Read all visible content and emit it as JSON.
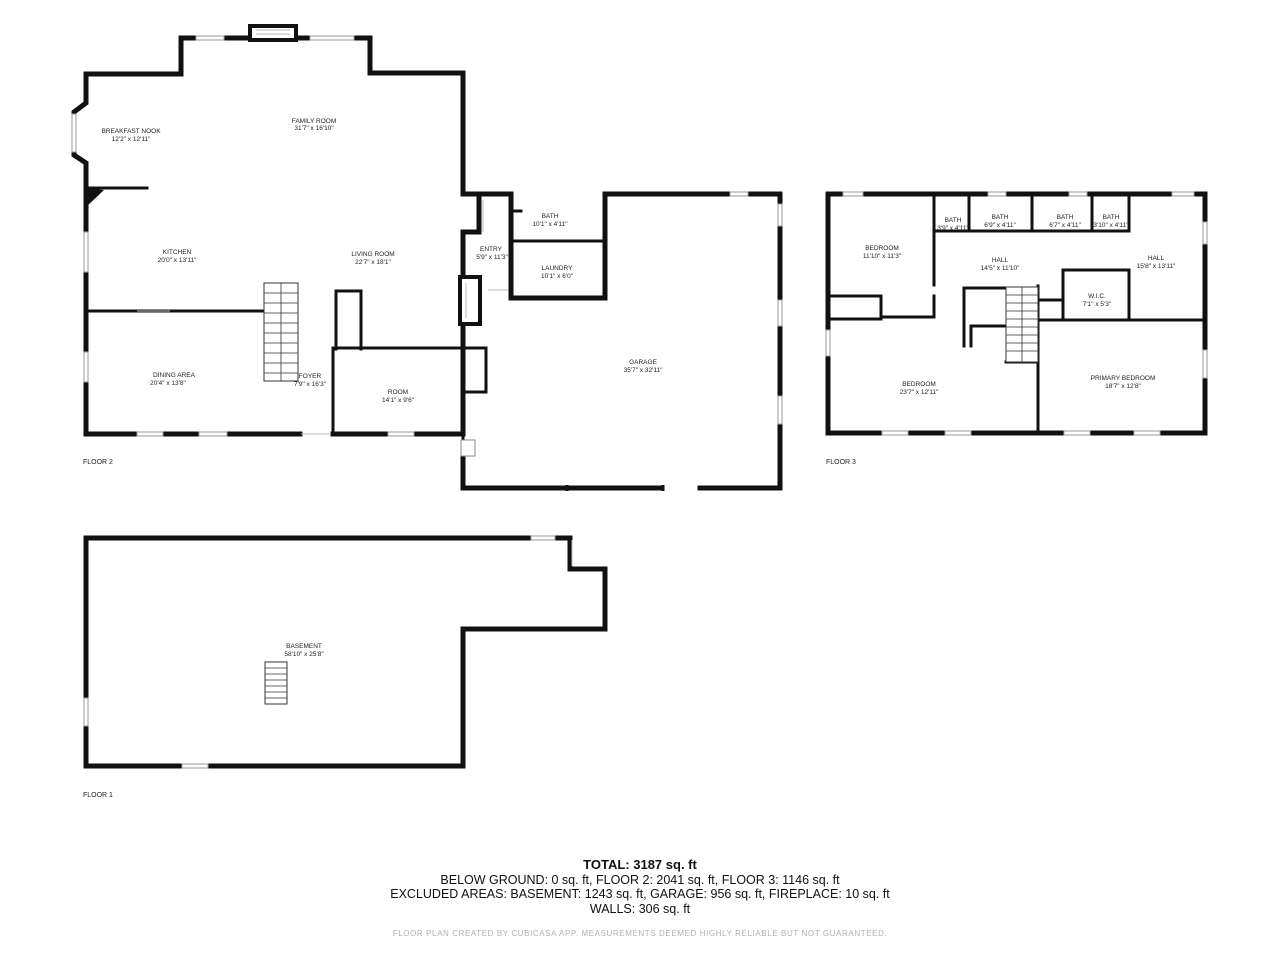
{
  "floors": {
    "floor2": {
      "label": "FLOOR 2",
      "rooms": [
        {
          "name": "FAMILY ROOM",
          "size": "31'7\" x 16'10\""
        },
        {
          "name": "BREAKFAST NOOK",
          "size": "12'2\" x 12'11\""
        },
        {
          "name": "KITCHEN",
          "size": "20'0\" x 13'11\""
        },
        {
          "name": "LIVING ROOM",
          "size": "22'7\" x 18'1\""
        },
        {
          "name": "DINING AREA",
          "size": "20'4\" x 13'8\""
        },
        {
          "name": "FOYER",
          "size": "7'9\" x 16'3\""
        },
        {
          "name": "ROOM",
          "size": "14'1\" x 9'6\""
        },
        {
          "name": "ENTRY",
          "size": "5'9\" x 11'3\""
        },
        {
          "name": "BATH",
          "size": "10'1\" x 4'11\""
        },
        {
          "name": "LAUNDRY",
          "size": "10'1\" x 6'0\""
        },
        {
          "name": "GARAGE",
          "size": "35'7\" x 32'11\""
        }
      ]
    },
    "floor3": {
      "label": "FLOOR 3",
      "rooms": [
        {
          "name": "BEDROOM",
          "size": "11'10\" x 11'3\""
        },
        {
          "name": "BATH",
          "size": "3'9\" x 4'11\""
        },
        {
          "name": "BATH",
          "size": "6'9\" x 4'11\""
        },
        {
          "name": "BATH",
          "size": "6'7\" x 4'11\""
        },
        {
          "name": "BATH",
          "size": "3'10\" x 4'11\""
        },
        {
          "name": "HALL",
          "size": "14'5\" x 11'10\""
        },
        {
          "name": "HALL",
          "size": "15'8\" x 13'11\""
        },
        {
          "name": "W.I.C.",
          "size": "7'1\" x 5'3\""
        },
        {
          "name": "BEDROOM",
          "size": "23'7\" x 12'11\""
        },
        {
          "name": "PRIMARY BEDROOM",
          "size": "18'7\" x 12'8\""
        }
      ]
    },
    "floor1": {
      "label": "FLOOR 1",
      "rooms": [
        {
          "name": "BASEMENT",
          "size": "58'10\" x 25'8\""
        }
      ]
    }
  },
  "summary": {
    "total": "TOTAL: 3187 sq. ft",
    "below_ground": "BELOW GROUND: 0 sq. ft, FLOOR 2: 2041 sq. ft, FLOOR 3: 1146 sq. ft",
    "excluded": "EXCLUDED AREAS: BASEMENT: 1243 sq. ft, GARAGE: 956 sq. ft, FIREPLACE: 10 sq. ft",
    "walls": "WALLS: 306 sq. ft"
  },
  "disclaimer": "FLOOR PLAN CREATED BY CUBICASA APP. MEASUREMENTS DEEMED HIGHLY RELIABLE BUT NOT GUARANTEED."
}
